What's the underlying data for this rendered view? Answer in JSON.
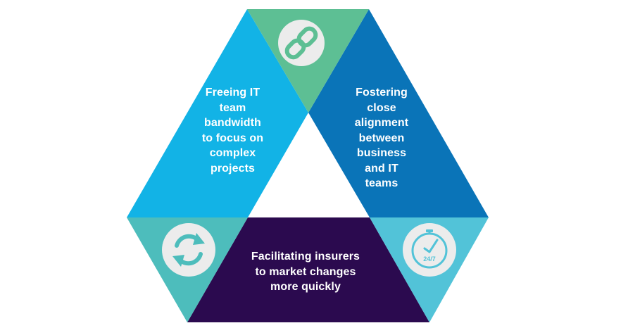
{
  "colors": {
    "left_band": "#12b3e6",
    "right_band": "#0a74b8",
    "bottom_band": "#2b0a4f",
    "top_corner": "#5dbf94",
    "bottom_left_corner": "#4dbdbc",
    "bottom_right_corner": "#52c3d8",
    "icon_circle": "#ececec",
    "link_icon": "#5dbf94",
    "sync_icon": "#4dbdbc",
    "clock_icon": "#52c3d8"
  },
  "icons": {
    "top": "link-icon",
    "bottom_left": "refresh-icon",
    "bottom_right": "clock-24-7-icon"
  },
  "labels": {
    "left": [
      "Freeing IT",
      "team",
      "bandwidth",
      "to focus on",
      "complex",
      "projects"
    ],
    "right": [
      "Fostering",
      "close",
      "alignment",
      "between",
      "business",
      "and IT",
      "teams"
    ],
    "bottom": [
      "Facilitating insurers",
      "to market changes",
      "more quickly"
    ]
  },
  "clock_text": "24/7"
}
